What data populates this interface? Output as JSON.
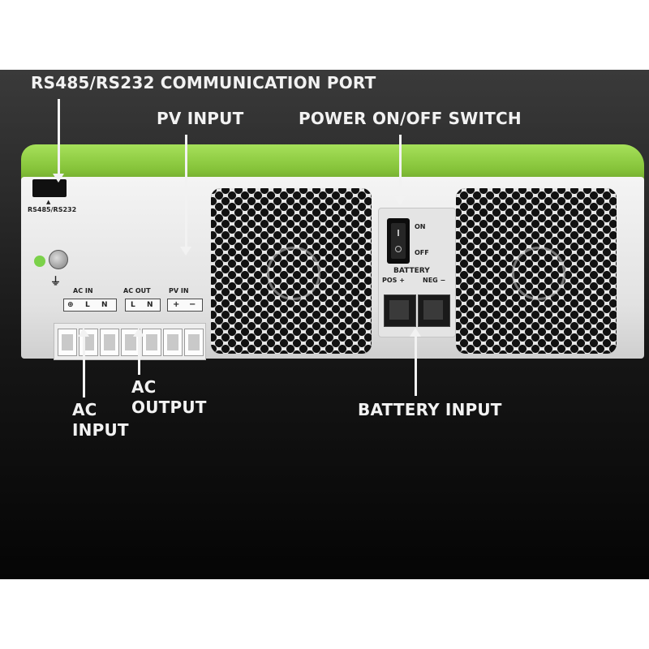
{
  "callouts": {
    "comm_port": "RS485/RS232 COMMUNICATION PORT",
    "pv_input": "PV INPUT",
    "power_switch": "POWER ON/OFF SWITCH",
    "ac_input_line1": "AC",
    "ac_input_line2": "INPUT",
    "ac_output_line1": "AC",
    "ac_output_line2": "OUTPUT",
    "battery_input": "BATTERY INPUT"
  },
  "panel_labels": {
    "port": "RS485/RS232",
    "ac_in": "AC IN",
    "ac_out": "AC OUT",
    "pv_in": "PV IN",
    "ground_symbol": "⏚",
    "earth_terminal": "⊕",
    "l": "L",
    "n": "N",
    "plus": "+",
    "minus": "−",
    "on": "ON",
    "off": "OFF",
    "battery": "BATTERY",
    "pos": "POS +",
    "neg": "NEG −"
  },
  "colors": {
    "accent_green": "#86c43a",
    "callout_text": "#f2f2f2",
    "background_dark": "#1a1a1a"
  }
}
